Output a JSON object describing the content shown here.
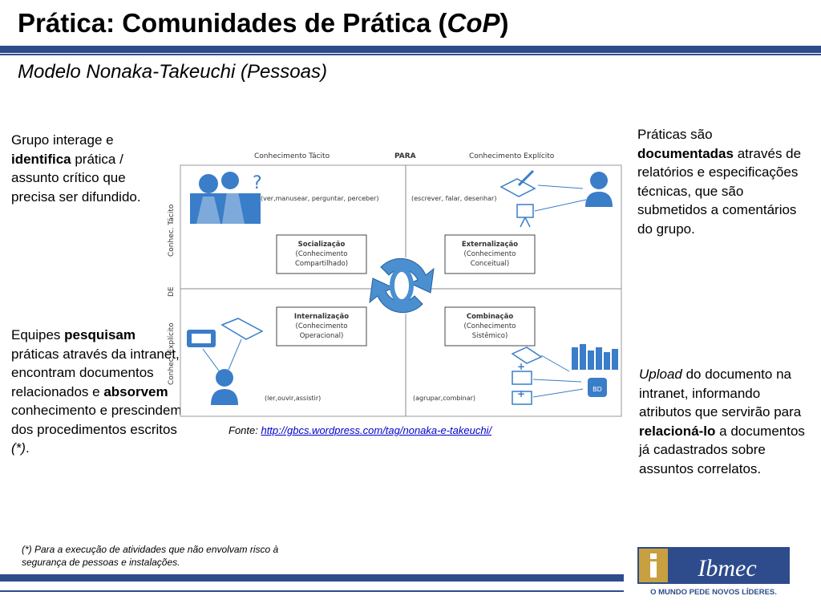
{
  "slide": {
    "title_prefix": "Prática: Comunidades de Prática (",
    "title_em": "CoP",
    "title_suffix": ")",
    "subtitle": "Modelo Nonaka-Takeuchi (Pessoas)"
  },
  "notes": {
    "left_top": {
      "t1": "Grupo interage e ",
      "b1": "identifica",
      "t2": " prática / assunto crítico que precisa ser difundido."
    },
    "left_bottom": {
      "t1": "Equipes ",
      "b1": "pesquisam",
      "t2": " práticas através da intranet, encontram documentos relacionados e ",
      "b2": "absorvem",
      "t3": " conhecimento e prescindem dos procedimentos escritos ",
      "em": "(*)",
      "t4": "."
    },
    "right_top": {
      "t1": "Práticas são ",
      "b1": "documentadas",
      "t2": " através de relatórios e especificações técnicas, que são submetidos  a comentários do grupo."
    },
    "right_bottom": {
      "em": "Upload",
      "t1": "  do documento na intranet, informando atributos que servirão para ",
      "b1": "relacioná-lo",
      "t2": " a documentos já cadastrados sobre assuntos correlatos."
    }
  },
  "diagram": {
    "top_left_header": "Conhecimento Tácito",
    "top_center_header": "PARA",
    "top_right_header": "Conhecimento Explícito",
    "side_top": "Conhec. Tácito",
    "side_mid": "DE",
    "side_bottom": "Conhec. Explícito",
    "question_mark": "?",
    "q1_verbs": "(ver,manusear, perguntar, perceber)",
    "q2_verbs": "(escrever, falar, desenhar)",
    "q3_verbs": "(ler,ouvir,assistir)",
    "q4_verbs": "(agrupar,combinar)",
    "boxes": [
      {
        "name": "Socialização",
        "line1": "(Conhecimento",
        "line2": "Compartilhado)"
      },
      {
        "name": "Externalização",
        "line1": "(Conhecimento",
        "line2": "Conceitual)"
      },
      {
        "name": "Internalização",
        "line1": "(Conhecimento",
        "line2": "Operacional)"
      },
      {
        "name": "Combinação",
        "line1": "(Conhecimento",
        "line2": "Sistêmico)"
      }
    ],
    "plus": "+",
    "bd_label": "BD"
  },
  "source": {
    "label": "Fonte: ",
    "link_text": "http://gbcs.wordpress.com/tag/nonaka-e-takeuchi/"
  },
  "footnote": "(*) Para a execução de atividades que não envolvam risco à segurança de pessoas e instalações.",
  "logo": {
    "text": "Ibmec",
    "tagline": "O MUNDO PEDE NOVOS LÍDERES."
  },
  "colors": {
    "bar": "#2e4c8c",
    "icon_blue": "#3a7dc8",
    "cycle_blue": "#4a8fd0",
    "logo_bg": "#2e4c8c",
    "logo_gold": "#c8a040"
  }
}
